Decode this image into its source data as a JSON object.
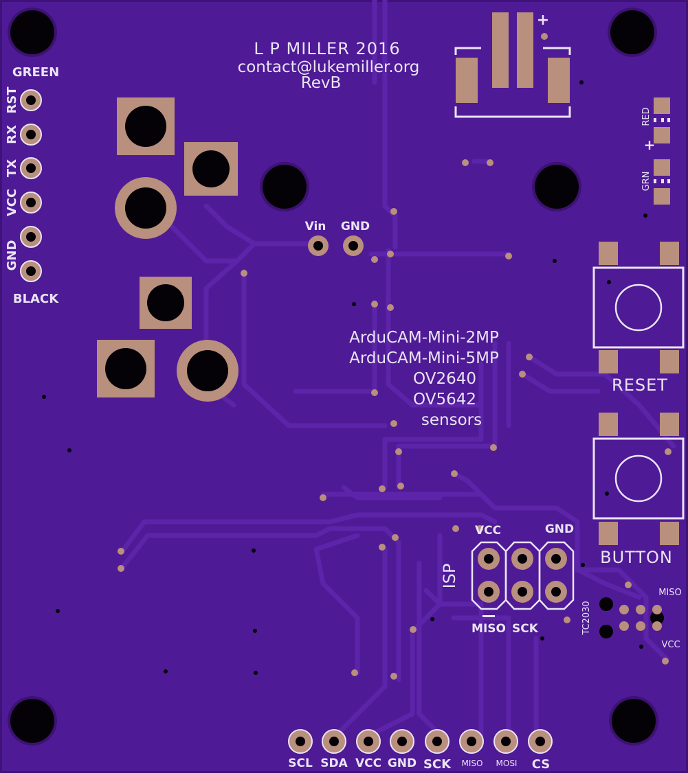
{
  "colors": {
    "board": "#4f1a96",
    "board_edge": "#3e1378",
    "trace": "#5c24a8",
    "copper": "#b98f7d",
    "hole": "#050207",
    "silkscreen": "#e9e4f4"
  },
  "header": {
    "author": "L P MILLER 2016",
    "contact": "contact@lukemiller.org",
    "revision": "RevB"
  },
  "serial_header": {
    "top_label": "GREEN",
    "bottom_label": "BLACK",
    "pins": [
      "RST",
      "RX",
      "TX",
      "VCC",
      "GND"
    ]
  },
  "power": {
    "vin": "Vin",
    "gnd": "GND",
    "plus": "+"
  },
  "leds": {
    "red": "RED",
    "green": "GRN",
    "plus": "+"
  },
  "description": [
    "ArduCAM-Mini-2MP",
    "ArduCAM-Mini-5MP",
    "OV2640",
    "OV5642",
    "sensors"
  ],
  "buttons": {
    "reset": "RESET",
    "button": "BUTTON"
  },
  "isp": {
    "title": "ISP",
    "vcc": "VCC",
    "gnd": "GND",
    "miso": "MISO",
    "sck": "SCK"
  },
  "tc2030": {
    "title": "TC2030",
    "miso": "MISO",
    "vcc": "VCC"
  },
  "bottom_header": {
    "pins": [
      "SCL",
      "SDA",
      "VCC",
      "GND",
      "SCK",
      "MISO",
      "MOSI",
      "CS"
    ]
  }
}
